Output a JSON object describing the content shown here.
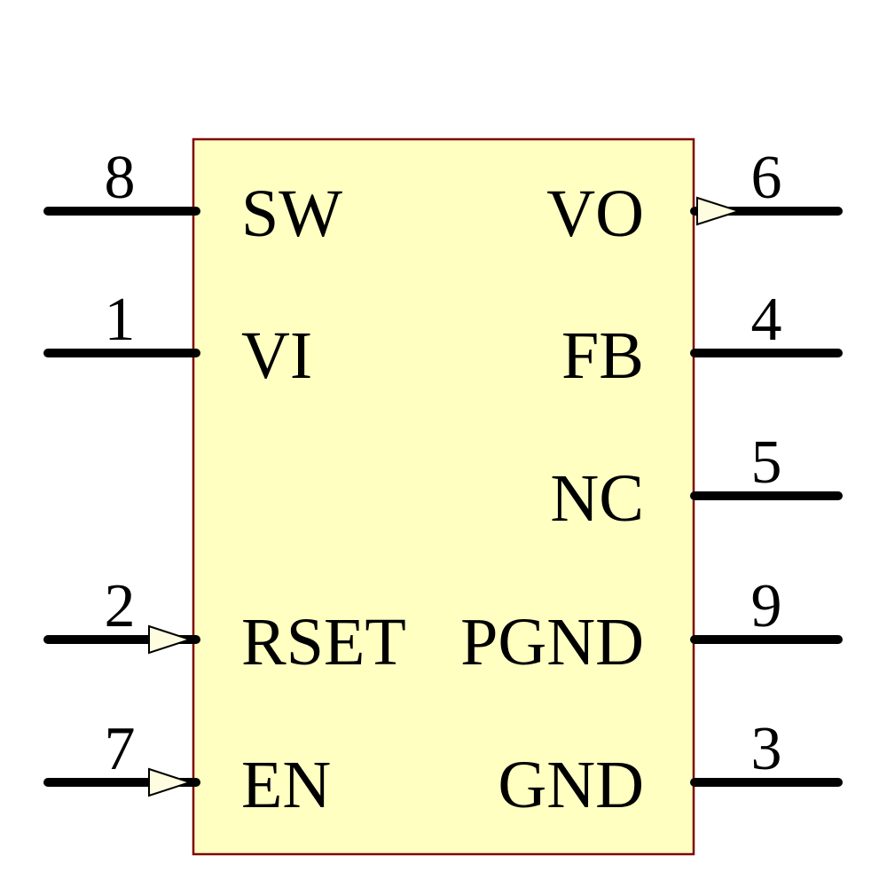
{
  "diagram": {
    "type": "schematic-symbol",
    "colors": {
      "background": "#FFFFFF",
      "body_fill": "#FFFFC2",
      "body_border": "#800000",
      "pin_line": "#000000",
      "text": "#000000",
      "arrow_fill": "#FFFDE0",
      "arrow_outline": "#000000"
    },
    "left_pins": [
      {
        "number": "8",
        "name": "SW"
      },
      {
        "number": "1",
        "name": "VI"
      },
      {
        "number": "2",
        "name": "RSET"
      },
      {
        "number": "7",
        "name": "EN"
      }
    ],
    "right_pins": [
      {
        "number": "6",
        "name": "VO"
      },
      {
        "number": "4",
        "name": "FB"
      },
      {
        "number": "5",
        "name": "NC"
      },
      {
        "number": "9",
        "name": "PGND"
      },
      {
        "number": "3",
        "name": "GND"
      }
    ]
  }
}
